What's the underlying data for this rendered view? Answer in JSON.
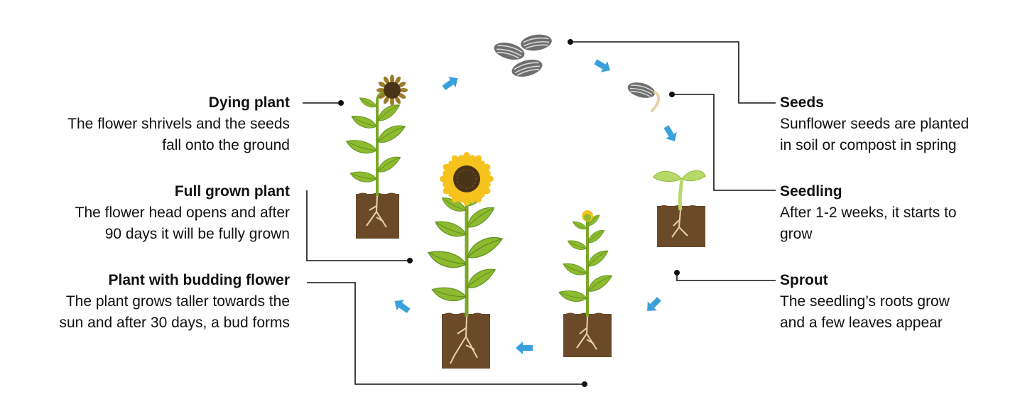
{
  "stages": {
    "dying": {
      "title": "Dying plant",
      "desc": [
        "The flower shrivels and the seeds",
        "fall onto the ground"
      ]
    },
    "full": {
      "title": "Full grown plant",
      "desc": [
        "The flower head opens and after",
        "90 days it will be fully grown"
      ]
    },
    "bud": {
      "title": "Plant with budding flower",
      "desc": [
        "The plant grows taller towards the",
        "sun and after 30 days, a bud forms"
      ]
    },
    "seeds": {
      "title": "Seeds",
      "desc": [
        "Sunflower seeds are planted",
        "in soil or compost in spring"
      ]
    },
    "seedling": {
      "title": "Seedling",
      "desc": [
        "After 1-2 weeks, it starts to",
        "grow"
      ]
    },
    "sprout": {
      "title": "Sprout",
      "desc": [
        "The seedling’s roots grow",
        "and a few leaves appear"
      ]
    }
  },
  "colors": {
    "arrow": "#3aa0dc",
    "leaf": "#8dba2f",
    "leaf_dark": "#5f8f1e",
    "stem": "#7aa825",
    "soil": "#6b4a2a",
    "root": "#e8d3a8",
    "petal": "#f6c21c",
    "center": "#4a3418",
    "seed": "#6e6e6e",
    "line": "#111111"
  }
}
